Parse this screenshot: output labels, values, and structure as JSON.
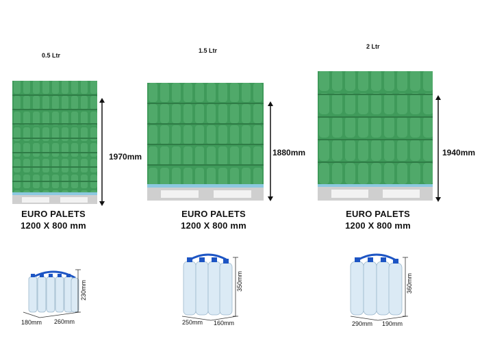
{
  "colors": {
    "pallet_wrap": "#3f9a5a",
    "pallet_wood": "#cfcfcf",
    "bottle": "#cfe4f2",
    "cap": "#1d55c4"
  },
  "pallets": [
    {
      "volume": "0.5 Ltr",
      "height": "1970mm",
      "label_line1": "EURO PALETS",
      "label_line2": "1200 X 800 mm",
      "layers": 8
    },
    {
      "volume": "1.5 Ltr",
      "height": "1880mm",
      "label_line1": "EURO PALETS",
      "label_line2": "1200 X 800 mm",
      "layers": 5
    },
    {
      "volume": "2 Ltr",
      "height": "1940mm",
      "label_line1": "EURO PALETS",
      "label_line2": "1200 X 800 mm",
      "layers": 5
    }
  ],
  "packs": [
    {
      "height": "230mm",
      "depth": "180mm",
      "width": "260mm"
    },
    {
      "height": "350mm",
      "depth": "250mm",
      "width": "160mm"
    },
    {
      "height": "360mm",
      "depth": "290mm",
      "width": "190mm"
    }
  ]
}
